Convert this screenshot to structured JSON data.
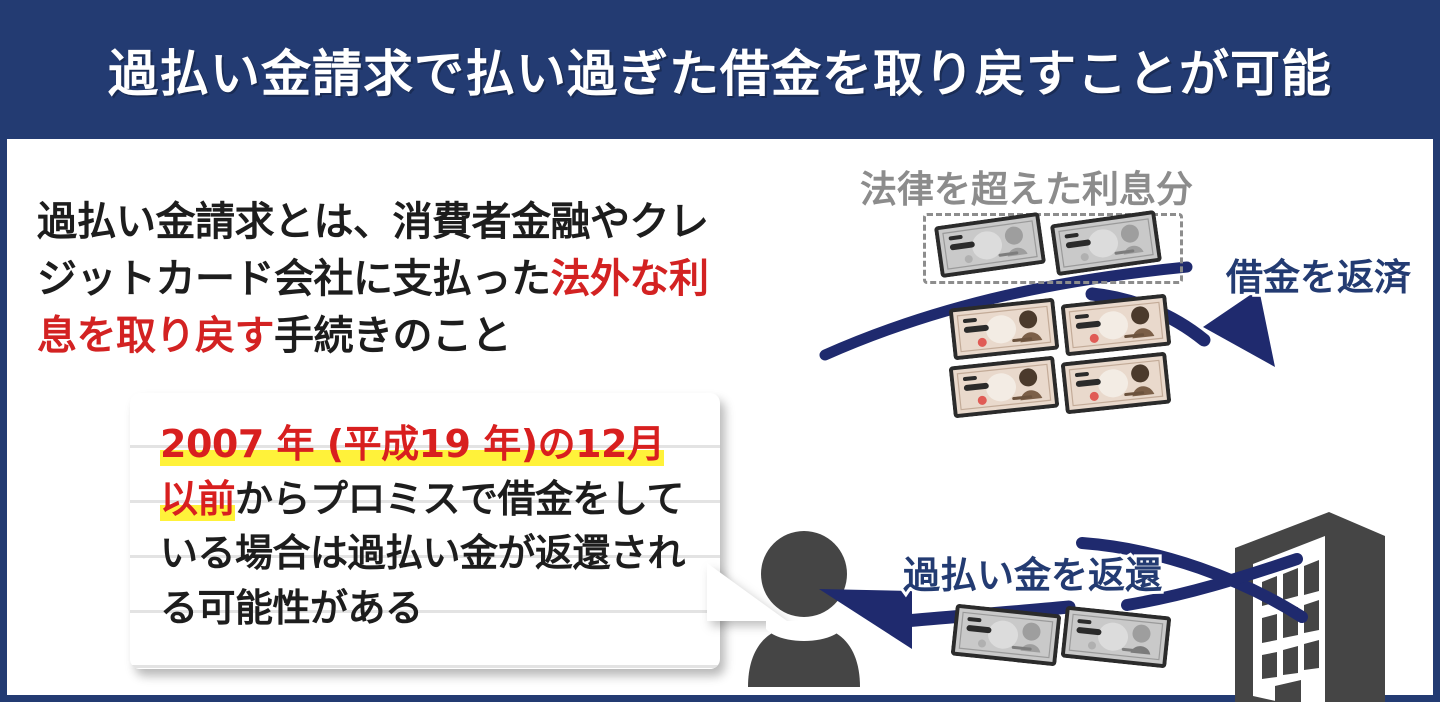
{
  "header": {
    "title": "過払い金請求で払い過ぎた借金を取り戻すことが可能",
    "background_color": "#233b72",
    "text_color": "#ffffff"
  },
  "intro": {
    "segments": [
      {
        "text": "過払い金請求とは、消費者金融やクレジットカード会社に支払った",
        "color": "#1d1d1d"
      },
      {
        "text": "法外な利息を取り戻す",
        "color": "#d32222"
      },
      {
        "text": "手続きのこと",
        "color": "#1d1d1d"
      }
    ],
    "full_text": "過払い金請求とは、消費者金融やクレジットカード会社に支払った法外な利息を取り戻す手続きのこと"
  },
  "speech_bubble": {
    "segments": [
      {
        "text": "2007 年 (平成19 年)の12月以前",
        "style": "highlight-red"
      },
      {
        "text": "からプロミスで借金をしている場合は過払い金が返還される可能性がある",
        "style": "plain"
      }
    ],
    "full_text": "2007 年 (平成19 年)の12月以前からプロミスで借金をしている場合は過払い金が返還される可能性がある",
    "highlight_color": "#fff23a",
    "highlight_text_color": "#d81f1f"
  },
  "diagram": {
    "labels": {
      "excess_interest": "法律を超えた利息分",
      "repay_debt": "借金を返済",
      "refund_overpayment": "過払い金を返還"
    },
    "icons": {
      "person": "person-icon",
      "building": "building-icon",
      "arrow_to_building": "curved-arrow-right-icon",
      "arrow_to_person": "curved-arrow-left-icon",
      "dashed_selection": "dashed-box"
    },
    "bills": {
      "gray_top_count": 2,
      "tan_middle_count": 4,
      "gray_bottom_count": 2
    },
    "colors": {
      "navy": "#233b72",
      "arrow_navy": "#1f2a6e",
      "icon_gray": "#454545",
      "label_gray": "#8c8c8c",
      "bill_tan": "#e9d9cc",
      "bill_gray": "#c9c9c9",
      "seal_red": "#e05b55"
    }
  }
}
